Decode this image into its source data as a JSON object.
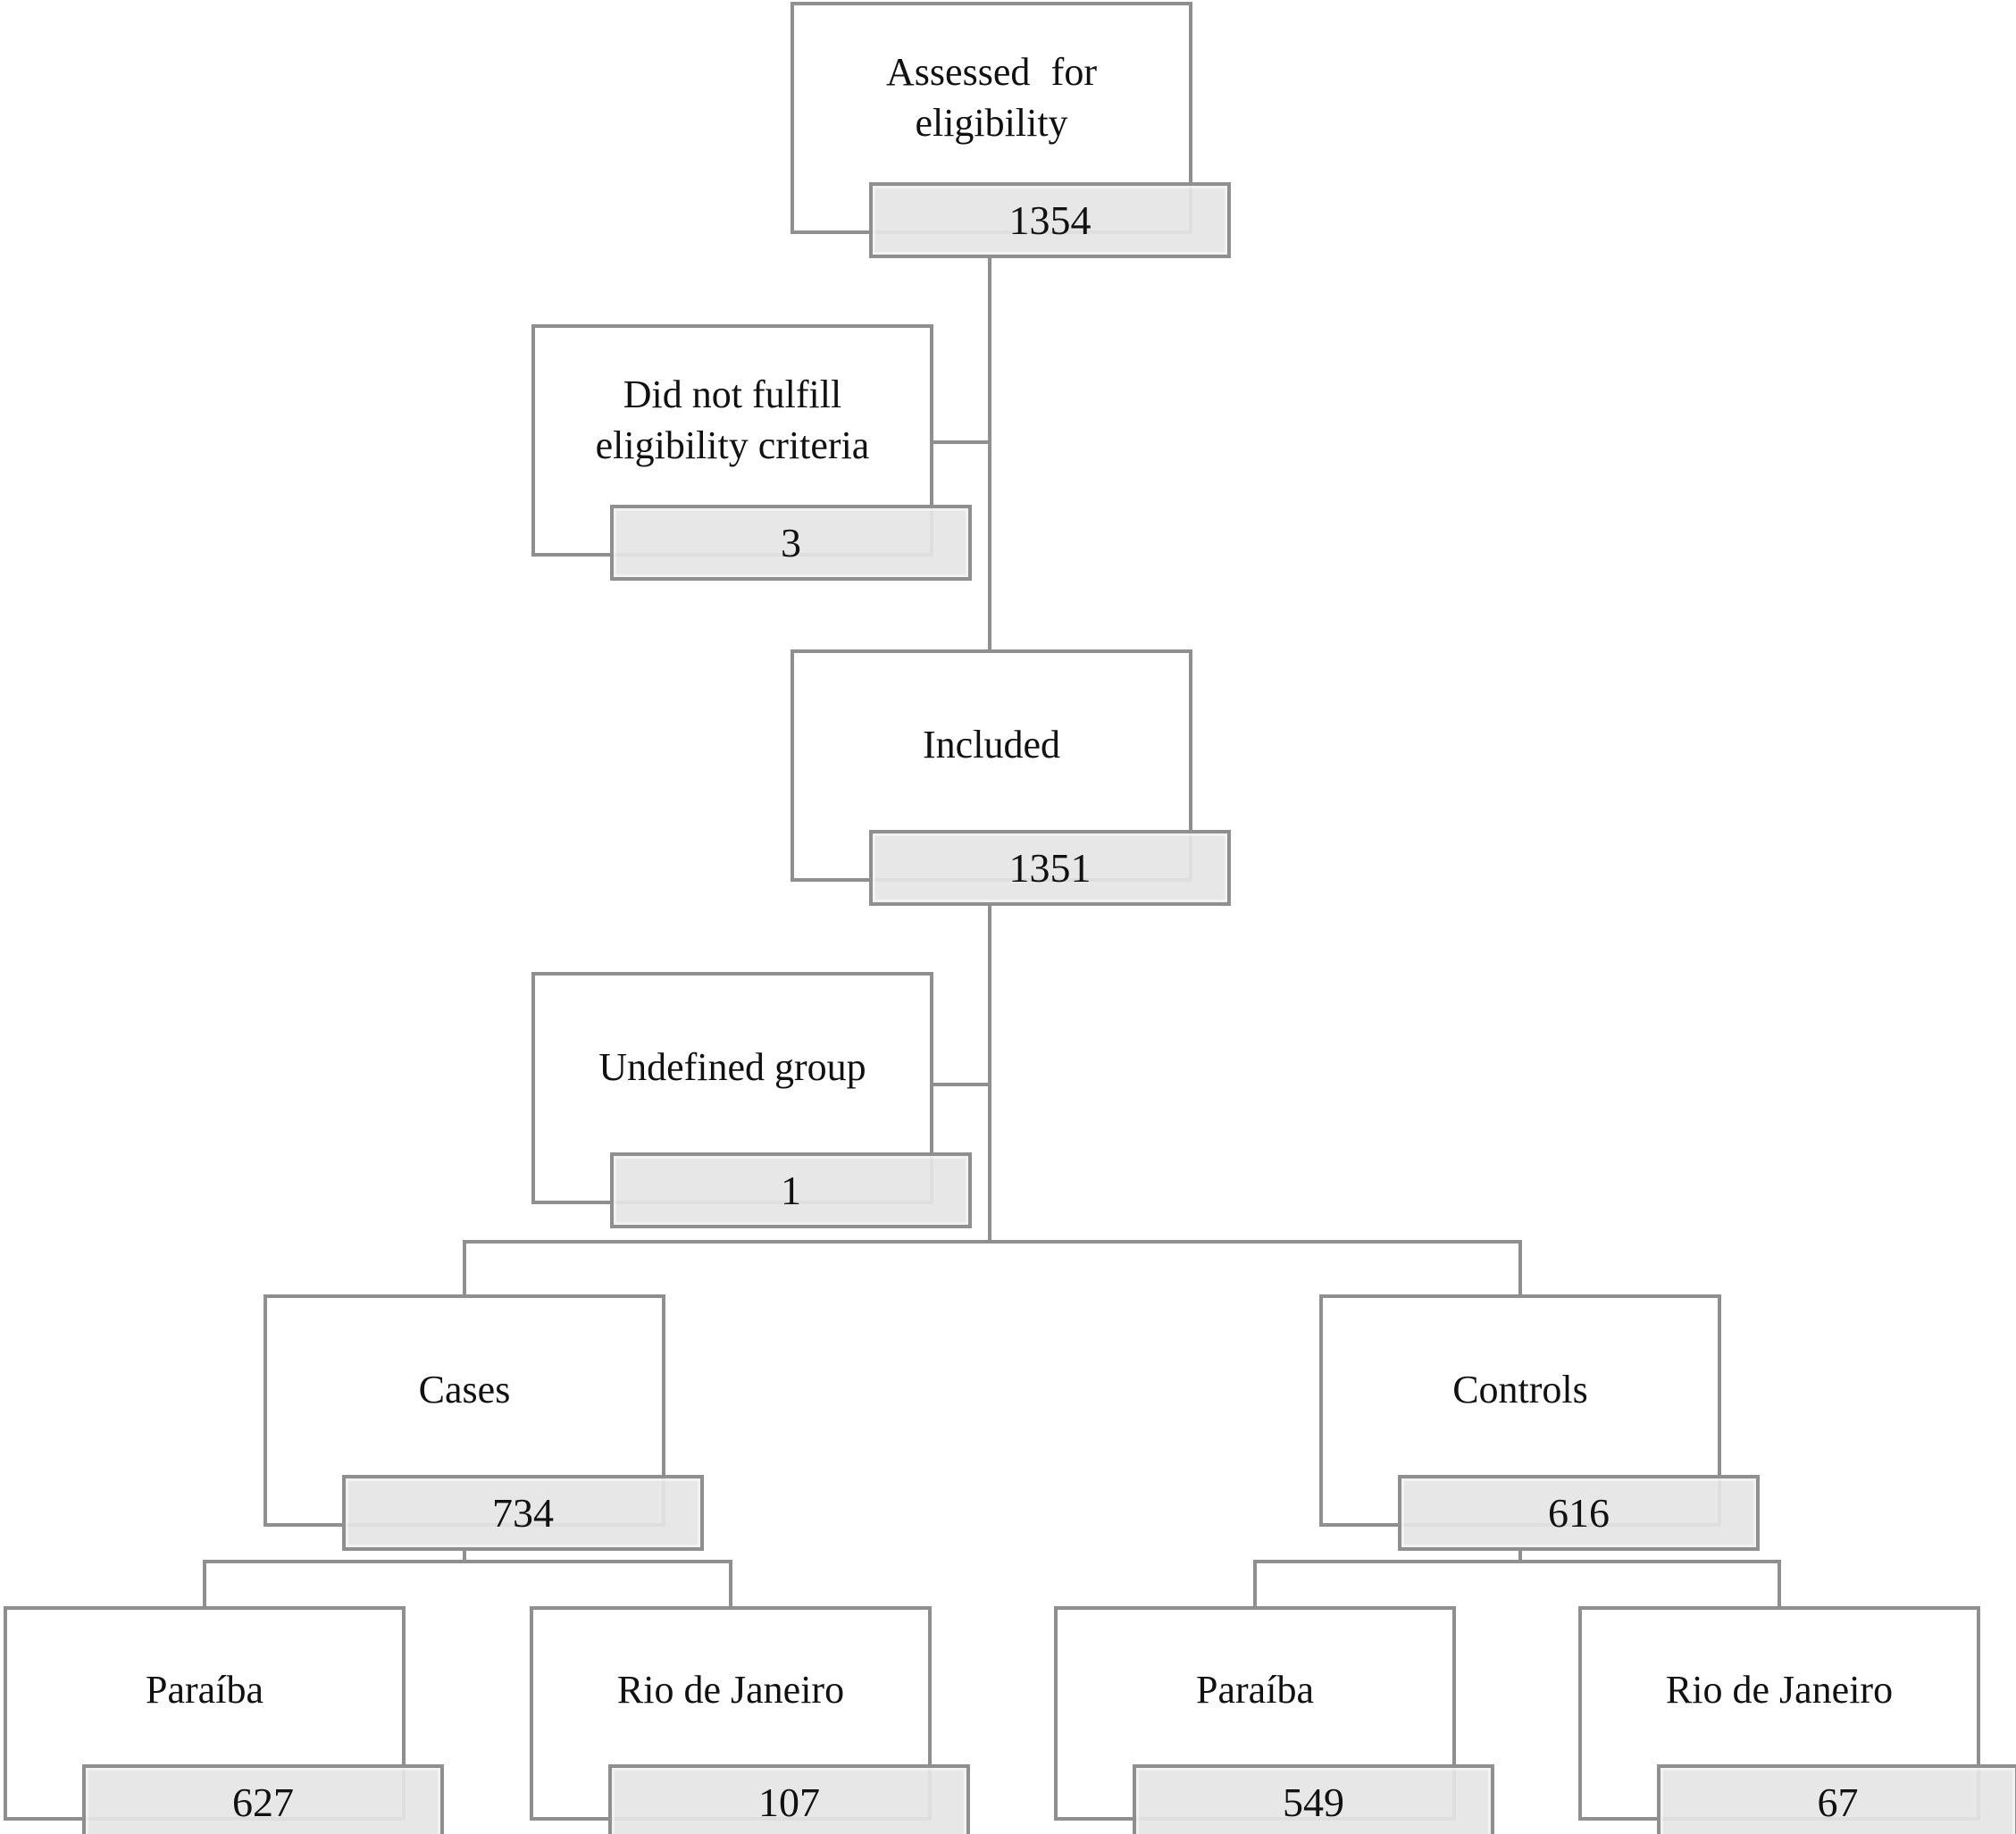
{
  "diagram": {
    "type": "flowchart",
    "nodes": [
      {
        "id": "assessed",
        "label": "Assessed for eligibility",
        "value": "1354"
      },
      {
        "id": "not_eligible",
        "label": "Did not fulfill eligibility criteria",
        "value": "3"
      },
      {
        "id": "included",
        "label": "Included",
        "value": "1351"
      },
      {
        "id": "undefined_group",
        "label": "Undefined group",
        "value": "1"
      },
      {
        "id": "cases",
        "label": "Cases",
        "value": "734"
      },
      {
        "id": "controls",
        "label": "Controls",
        "value": "616"
      },
      {
        "id": "cases_paraiba",
        "label": "Paraíba",
        "value": "627"
      },
      {
        "id": "cases_rio",
        "label": "Rio de Janeiro",
        "value": "107"
      },
      {
        "id": "controls_paraiba",
        "label": "Paraíba",
        "value": "549"
      },
      {
        "id": "controls_rio",
        "label": "Rio de Janeiro",
        "value": "67"
      }
    ],
    "edges": [
      {
        "from": "assessed",
        "to": "included",
        "side_branch": "not_eligible"
      },
      {
        "from": "included",
        "to": [
          "cases",
          "controls"
        ],
        "side_branch": "undefined_group"
      },
      {
        "from": "cases",
        "to": [
          "cases_paraiba",
          "cases_rio"
        ]
      },
      {
        "from": "controls",
        "to": [
          "controls_paraiba",
          "controls_rio"
        ]
      }
    ],
    "colors": {
      "background": "#ffffff",
      "box_fill": "#ffffff",
      "box_border": "#8f8f8f",
      "count_bar_fill": "#e5e5e5",
      "connector": "#8f8f8f",
      "text": "#111111"
    }
  }
}
